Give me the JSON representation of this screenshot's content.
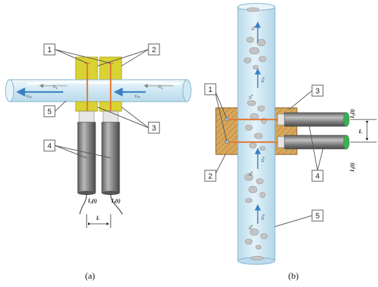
{
  "callouts": {
    "a": [
      "1",
      "2",
      "3",
      "4",
      "5"
    ],
    "b": [
      "1",
      "2",
      "3",
      "4",
      "5"
    ]
  },
  "flow": {
    "gas_velocity": "U",
    "gas_sub": "g",
    "water_velocity": "U",
    "water_sub": "W"
  },
  "signals": {
    "i1": "I",
    "i1_sub": "1",
    "i1_tail": "(t)",
    "i2": "I",
    "i2_sub": "2",
    "i2_tail": "(t)",
    "spacing": "L"
  },
  "panels": {
    "a": "(a)",
    "b": "(b)"
  },
  "colors": {
    "pipe_fill": "#d6ecf6",
    "pipe_edge": "#7fb2cc",
    "block_a": "#d9d233",
    "block_b": "#cfa25a",
    "probe_body": "#8a8a8a",
    "electrode": "#e07a3a",
    "flow_arrow": "#3a7fc2",
    "ring": "#2f9a45"
  }
}
